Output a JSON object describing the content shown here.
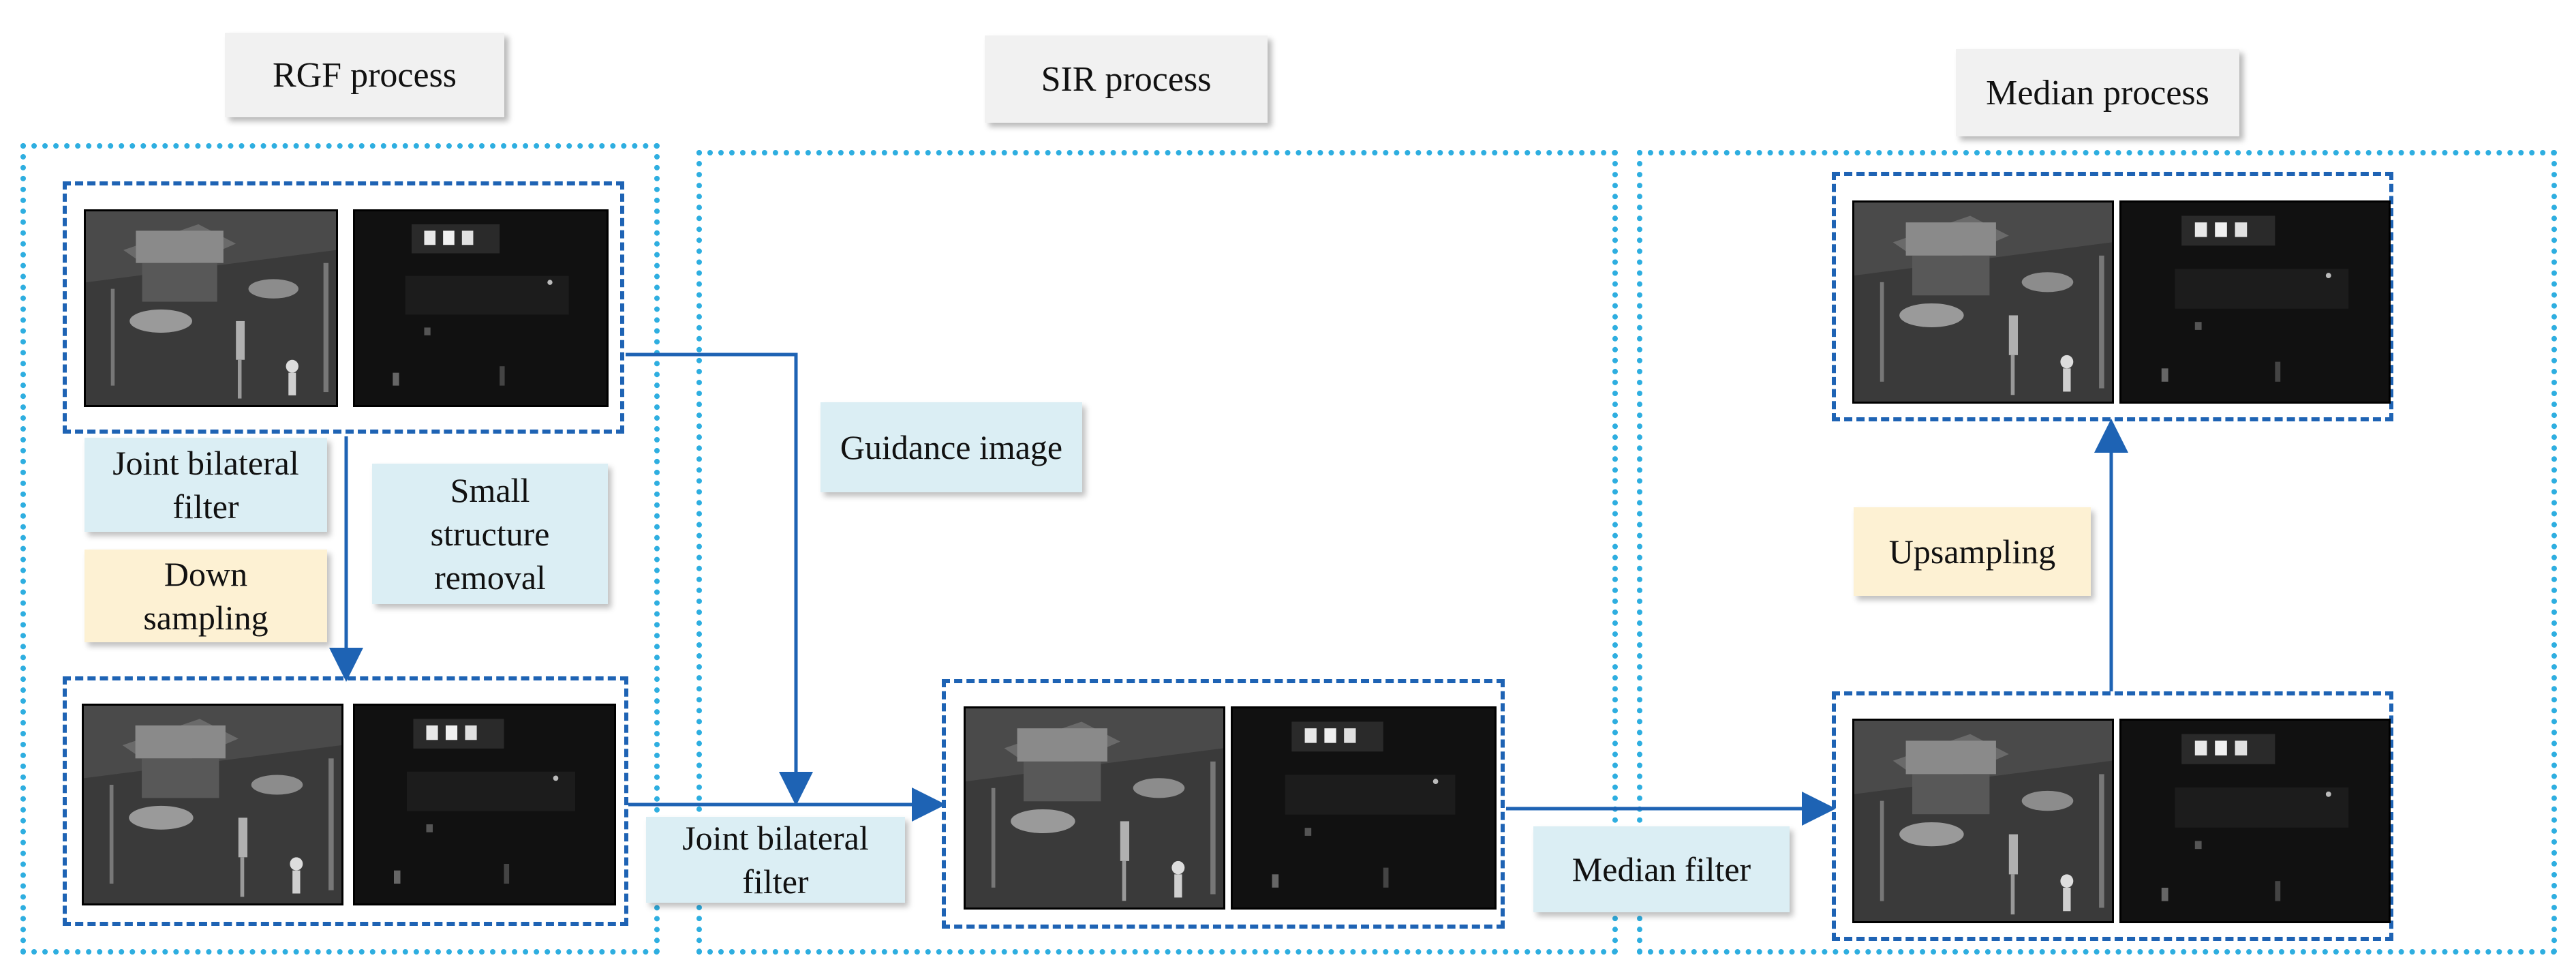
{
  "titles": {
    "rgf": "RGF process",
    "sir": "SIR process",
    "median": "Median process"
  },
  "labels": {
    "joint_bilateral_filter_1": "Joint bilateral\nfilter",
    "small_structure_removal": "Small\nstructure\nremoval",
    "down_sampling": "Down\nsampling",
    "guidance_image": "Guidance image",
    "joint_bilateral_filter_2": "Joint bilateral\nfilter",
    "median_filter": "Median filter",
    "upsampling": "Upsampling"
  },
  "image_pair": {
    "visible": "visible-image",
    "infrared": "infrared-image"
  },
  "colors": {
    "panel_border": "#2eaee0",
    "group_border": "#1e63b4",
    "arrow": "#1e63b4",
    "label_blue": "#dbeef4",
    "label_yellow": "#fdf1d3",
    "title_bg": "#f1f1f1"
  }
}
